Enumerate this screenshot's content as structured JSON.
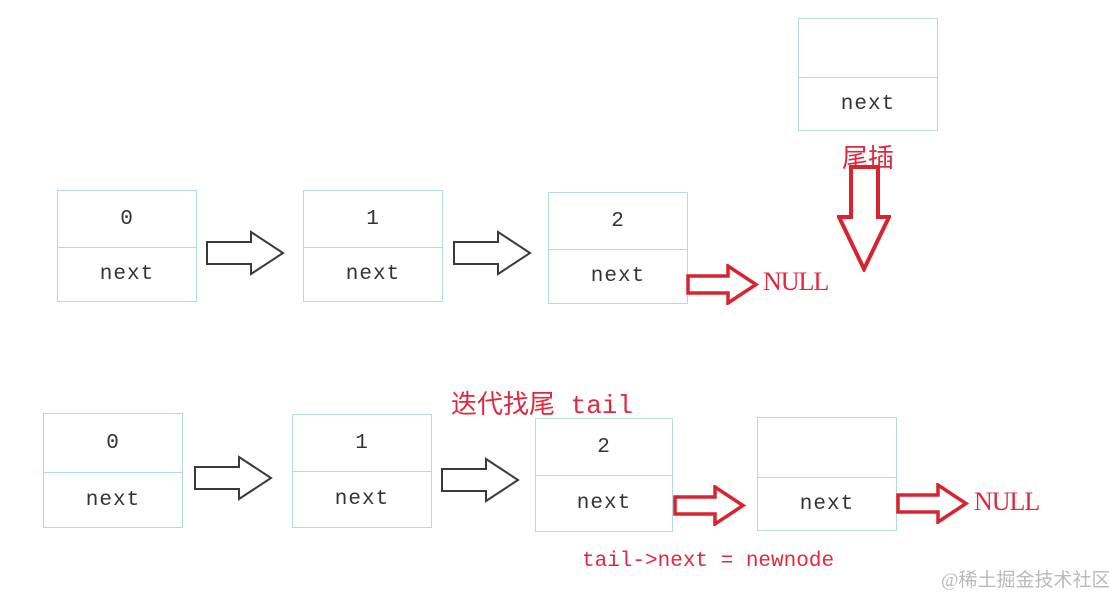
{
  "colors": {
    "box_border": "#b4d8e4",
    "node_text": "#333333",
    "black_arrow": "#3a3a3a",
    "red_arrow": "#d9232f",
    "red_text": "#e2283f",
    "watermark_gray": "#b9b9b9"
  },
  "icons": {
    "link_arrow": "right-block-arrow",
    "red_link_arrow": "red-right-block-arrow",
    "insert_arrow": "red-down-block-arrow"
  },
  "row1": {
    "nodes": [
      {
        "value": "0",
        "pointer": "next"
      },
      {
        "value": "1",
        "pointer": "next"
      },
      {
        "value": "2",
        "pointer": "next"
      }
    ],
    "null_label": "NULL",
    "newnode": {
      "value": "",
      "pointer": "next"
    },
    "insert_label": "尾插"
  },
  "row2": {
    "find_tail_label": "迭代找尾 tail",
    "nodes": [
      {
        "value": "0",
        "pointer": "next"
      },
      {
        "value": "1",
        "pointer": "next"
      },
      {
        "value": "2",
        "pointer": "next"
      }
    ],
    "newnode": {
      "value": "",
      "pointer": "next"
    },
    "null_label": "NULL",
    "code_label": "tail->next = newnode"
  },
  "watermark": "@稀土掘金技术社区"
}
